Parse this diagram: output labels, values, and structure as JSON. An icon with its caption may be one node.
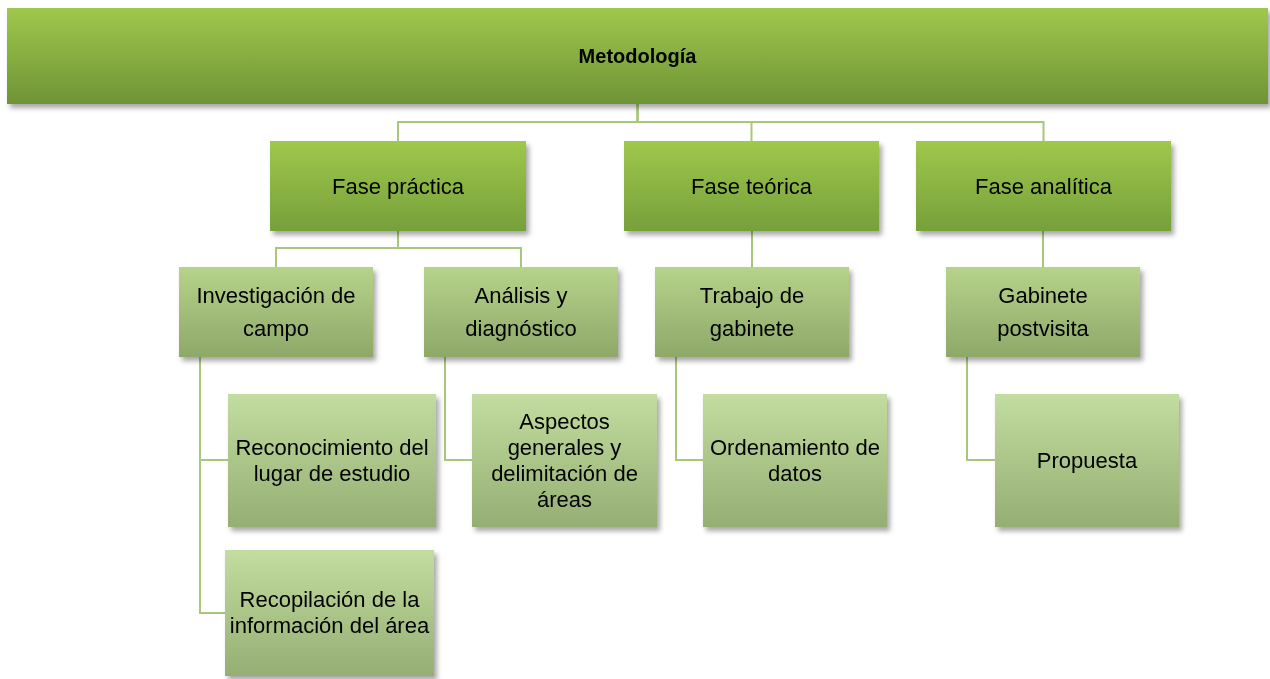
{
  "diagram": {
    "nodes": [
      {
        "text": [
          "Metodología"
        ]
      },
      {
        "text": [
          "Fase práctica"
        ]
      },
      {
        "text": [
          "Fase teórica"
        ]
      },
      {
        "text": [
          "Fase analítica"
        ]
      },
      {
        "text": [
          "Investigación de campo"
        ]
      },
      {
        "text": [
          "Análisis y diagnóstico"
        ]
      },
      {
        "text": [
          "Trabajo de gabinete"
        ]
      },
      {
        "text": [
          "Gabinete postvisita"
        ]
      },
      {
        "text": [
          "Reconocimiento del lugar de estudio"
        ]
      },
      {
        "text": [
          "Recopilación de la información del área"
        ]
      },
      {
        "text": [
          "Aspectos generales y delimitación de áreas"
        ]
      },
      {
        "text": [
          "Ordenamiento de datos"
        ]
      },
      {
        "text": [
          "Propuesta"
        ]
      }
    ],
    "edges": [
      {
        "from": 0,
        "to": 1,
        "arrow": "none"
      },
      {
        "from": 0,
        "to": 2,
        "arrow": "none"
      },
      {
        "from": 0,
        "to": 3,
        "arrow": "none"
      },
      {
        "from": 1,
        "to": 4,
        "arrow": "none"
      },
      {
        "from": 1,
        "to": 5,
        "arrow": "none"
      },
      {
        "from": 2,
        "to": 6,
        "arrow": "none"
      },
      {
        "from": 3,
        "to": 7,
        "arrow": "none"
      },
      {
        "from": 4,
        "to": 8,
        "arrow": "none"
      },
      {
        "from": 4,
        "to": 9,
        "arrow": "none"
      },
      {
        "from": 5,
        "to": 10,
        "arrow": "none"
      },
      {
        "from": 6,
        "to": 11,
        "arrow": "none"
      },
      {
        "from": 7,
        "to": 12,
        "arrow": "none"
      }
    ]
  }
}
